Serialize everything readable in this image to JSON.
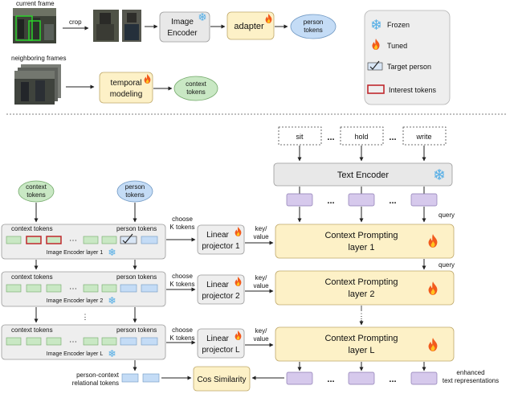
{
  "top": {
    "current_frame": "current frame",
    "crop": "crop",
    "neighboring_frames": "neighboring frames",
    "image_encoder": [
      "Image",
      "Encoder"
    ],
    "adapter": "adapter",
    "person_tokens": [
      "person",
      "tokens"
    ],
    "temporal_modeling": [
      "temporal",
      "modeling"
    ],
    "context_tokens": [
      "context",
      "tokens"
    ]
  },
  "legend": {
    "frozen": "Frozen",
    "tuned": "Tuned",
    "target_person": "Target person",
    "interest_tokens": "Interest tokens"
  },
  "verbs": [
    "sit",
    "hold",
    "write"
  ],
  "ellipsis": "...",
  "text_encoder": "Text Encoder",
  "query": "query",
  "inputs": {
    "context_tokens": [
      "context",
      "tokens"
    ],
    "person_tokens": [
      "person",
      "tokens"
    ]
  },
  "encoder_layers": [
    {
      "left_label": "context tokens",
      "right_label": "person tokens",
      "name": "Image Encoder layer 1"
    },
    {
      "left_label": "context tokens",
      "right_label": "person tokens",
      "name": "Image Encoder layer 2"
    },
    {
      "left_label": "context tokens",
      "right_label": "person tokens",
      "name": "Image Encoder layer L"
    }
  ],
  "choose": [
    "choose",
    "K tokens"
  ],
  "key_value": [
    "key/",
    "value"
  ],
  "projectors": [
    [
      "Linear",
      "projector 1"
    ],
    [
      "Linear",
      "projector 2"
    ],
    [
      "Linear",
      "projector L"
    ]
  ],
  "prompting_layers": [
    [
      "Context Prompting",
      "layer 1"
    ],
    [
      "Context Prompting",
      "layer 2"
    ],
    [
      "Context Prompting",
      "layer L"
    ]
  ],
  "relational_tokens": [
    "person-context",
    "relational tokens"
  ],
  "cos_similarity": "Cos Similarity",
  "enhanced": [
    "enhanced",
    "text representations"
  ],
  "colors": {
    "frozen_fill": "#e8e8e8",
    "tuned_fill": "#fdf1c7",
    "token_green": "#c9e8c4",
    "token_blue": "#c4dcf6",
    "token_purple": "#d6c9ec",
    "interest_red": "#c0282d",
    "flame": "#f25a1c",
    "snow": "#5fb2e6"
  },
  "icons": [
    "snowflake-icon",
    "flame-icon",
    "checkmark-icon"
  ]
}
